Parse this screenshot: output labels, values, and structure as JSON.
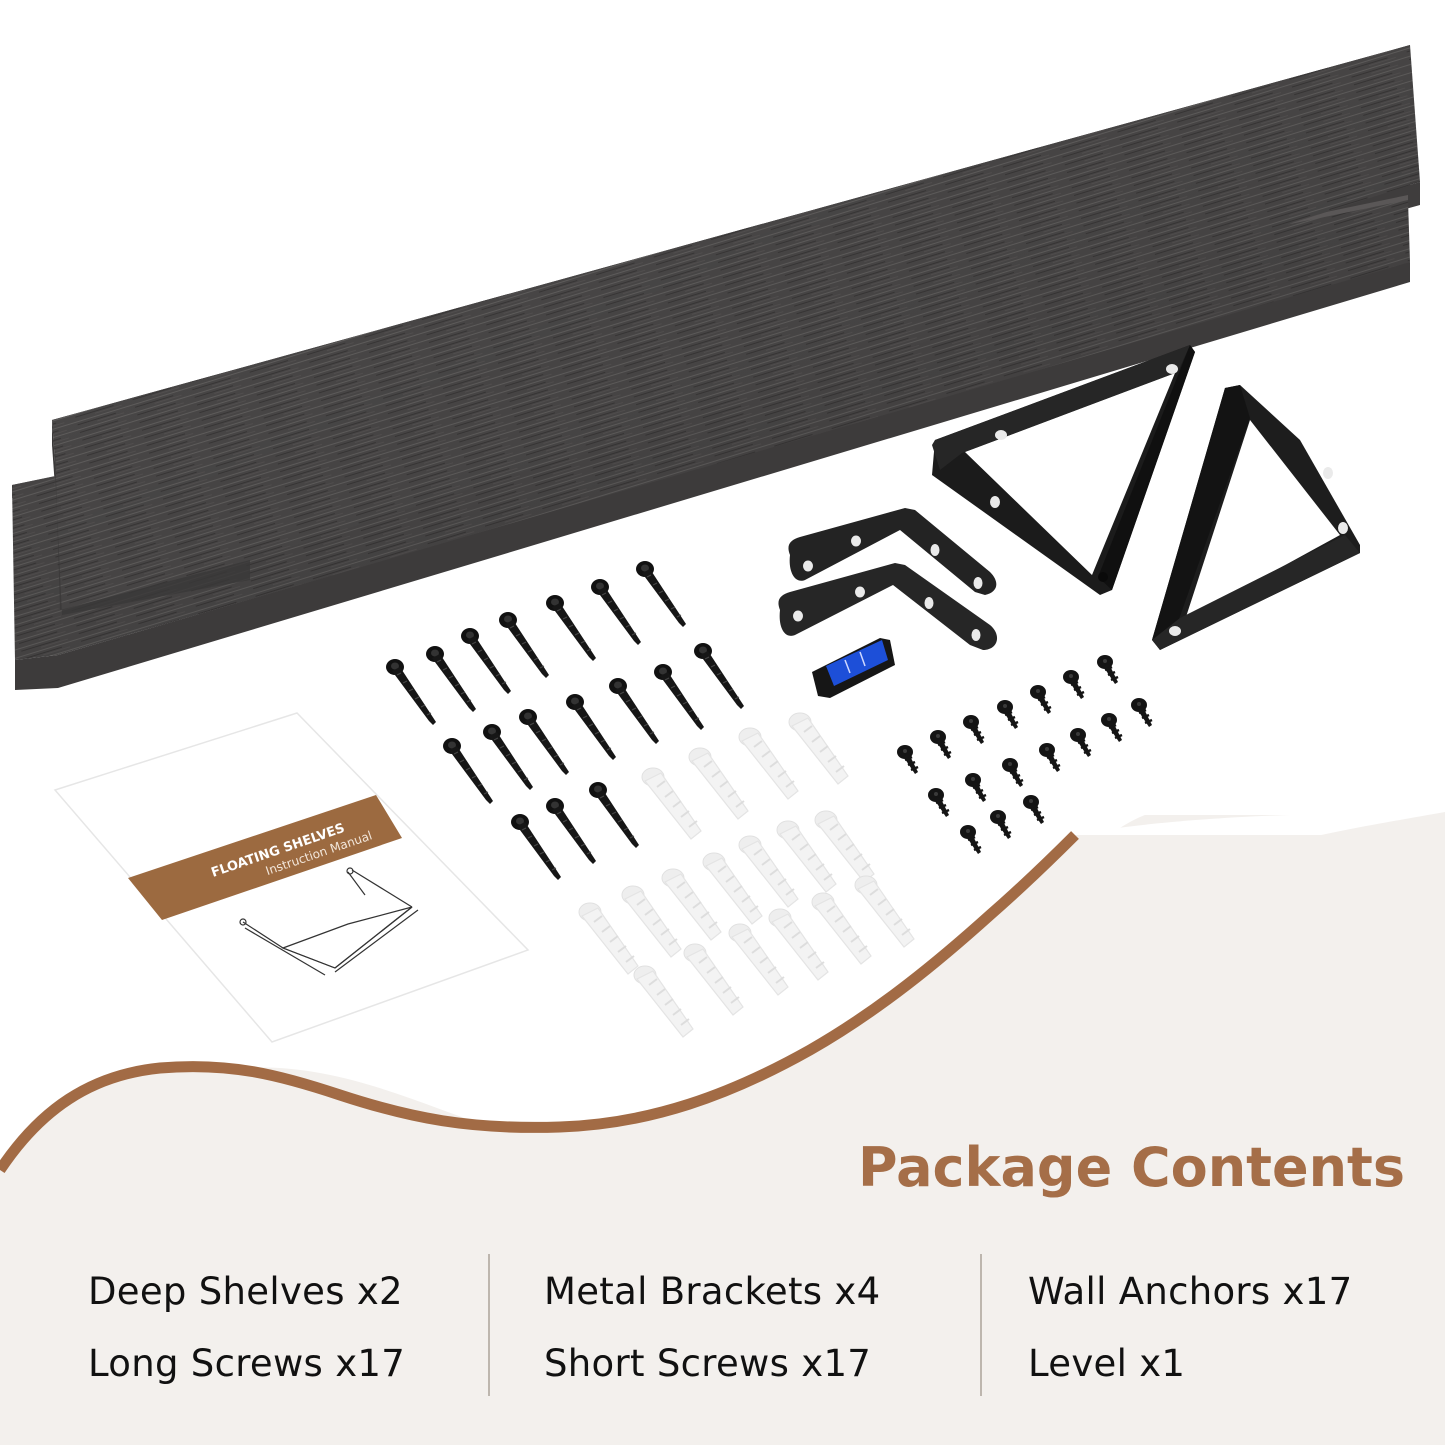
{
  "colors": {
    "background_top": "#ffffff",
    "background_bottom": "#f3f0ed",
    "accent_brown": "#a56e48",
    "wave_stroke": "#a26b45",
    "shelf_wood": "#4a4848",
    "bracket_black": "#1f1f1f",
    "text_dark": "#111111",
    "level_blue": "#1d4fd8"
  },
  "product": {
    "shelves_count": 2,
    "triangle_brackets_count": 2,
    "l_brackets_count": 2,
    "long_screws_visible": 17,
    "short_screws_visible": 17,
    "wall_anchors_visible": 17,
    "level_count": 1
  },
  "manual": {
    "title": "FLOATING SHELVES",
    "subtitle": "Instruction Manual"
  },
  "package": {
    "heading": "Package Contents",
    "columns": [
      {
        "items": [
          {
            "label": "Deep Shelves x2"
          },
          {
            "label": "Long Screws x17"
          }
        ]
      },
      {
        "items": [
          {
            "label": "Metal Brackets x4"
          },
          {
            "label": "Short Screws x17"
          }
        ]
      },
      {
        "items": [
          {
            "label": "Wall Anchors x17"
          },
          {
            "label": "Level x1"
          }
        ]
      }
    ]
  }
}
